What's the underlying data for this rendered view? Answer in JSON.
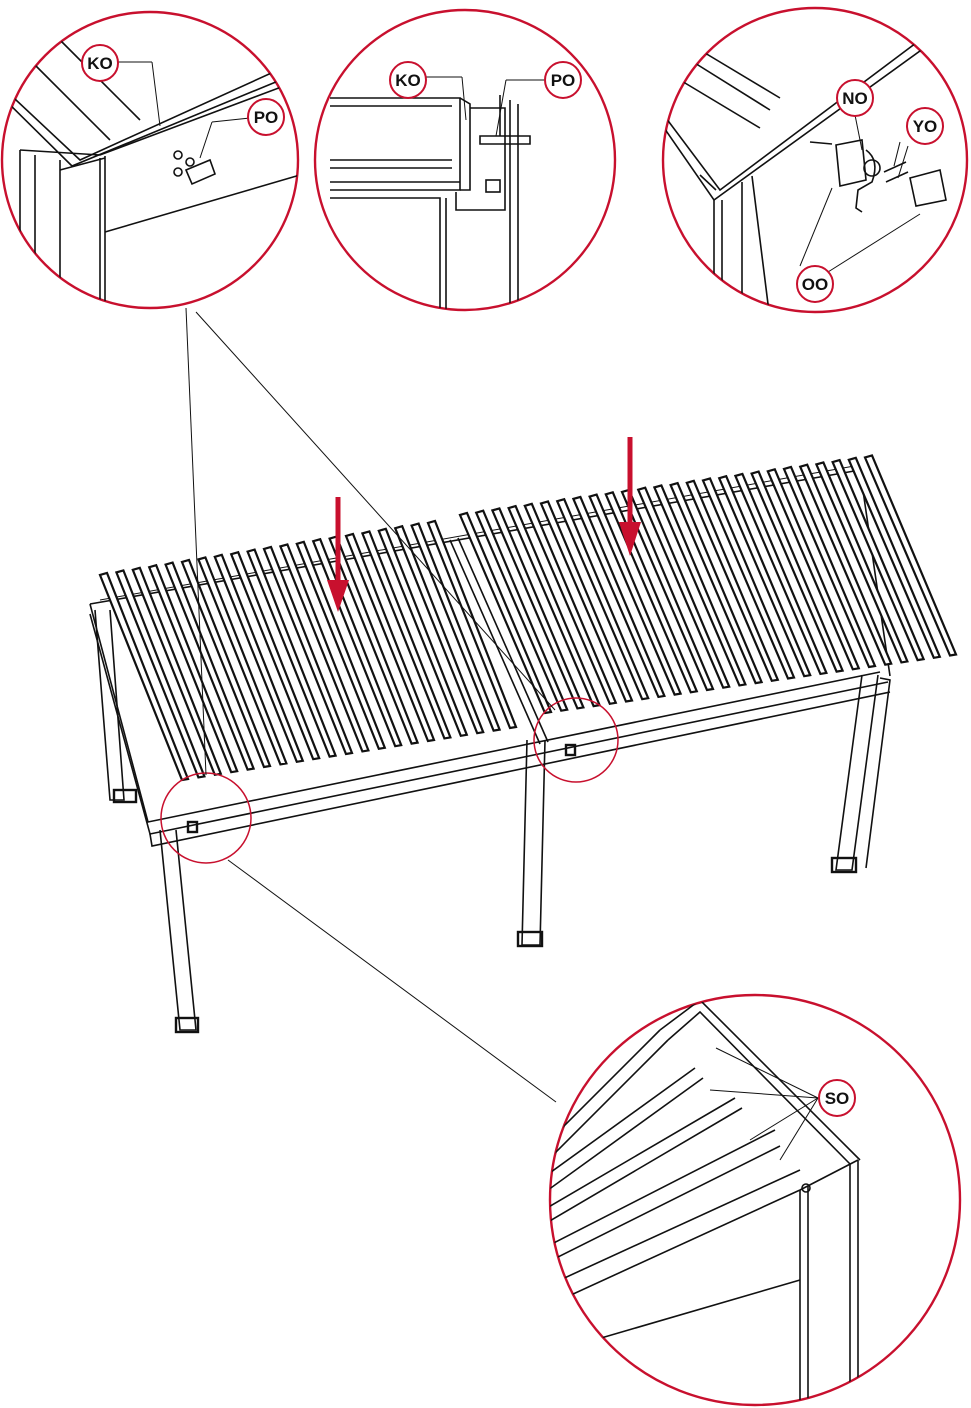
{
  "colors": {
    "accent": "#c8102e",
    "ink": "#111111",
    "background": "#ffffff"
  },
  "callouts": {
    "detail1_k": "KO",
    "detail1_p": "PO",
    "detail2_k": "KO",
    "detail2_p": "PO",
    "detail3_n": "NO",
    "detail3_y": "YO",
    "detail3_o": "OO",
    "detail4_s": "SO"
  },
  "icons": {
    "arrow": "down-arrow-icon"
  }
}
